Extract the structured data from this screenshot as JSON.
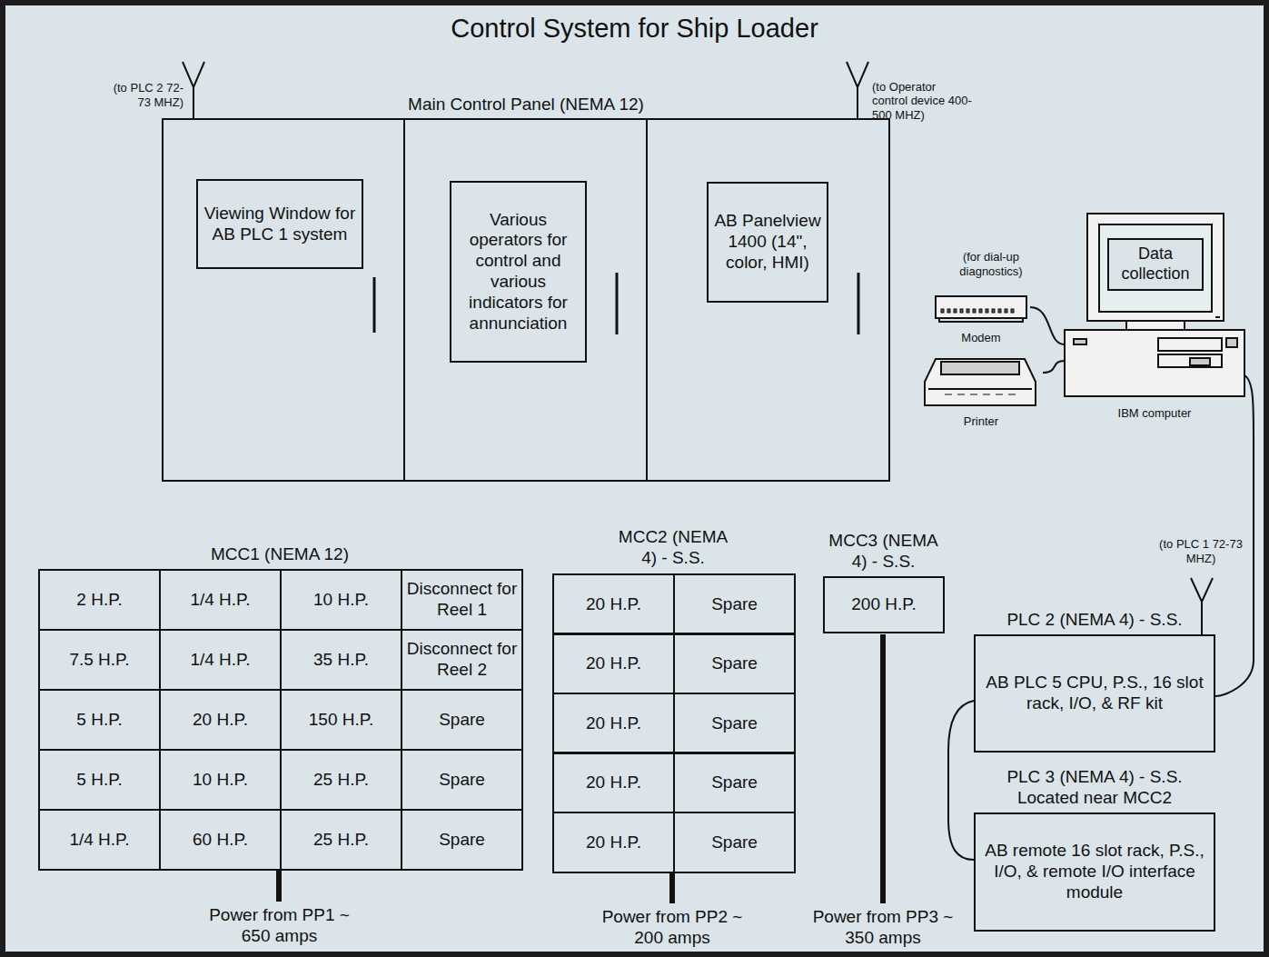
{
  "diagram": {
    "title": "Control System for Ship Loader",
    "nodes": [
      {
        "text": [
          "Main Control Panel (NEMA 12)"
        ]
      },
      {
        "text": [
          "Viewing Window for AB PLC 1 system"
        ],
        "in": 0
      },
      {
        "text": [
          "Various operators for control and various indicators for annunciation"
        ],
        "in": 0
      },
      {
        "text": [
          "AB Panelview 1400 (14\", color, HMI)"
        ],
        "in": 0
      },
      {
        "text": [
          "Data collection"
        ]
      },
      {
        "text": [
          "Modem"
        ]
      },
      {
        "text": [
          "Printer"
        ]
      },
      {
        "text": [
          "IBM computer"
        ]
      },
      {
        "text": [
          "MCC1 (NEMA 12)"
        ]
      },
      {
        "text": [
          "MCC2 (NEMA 4) - S.S."
        ]
      },
      {
        "text": [
          "MCC3 (NEMA 4) - S.S.",
          "200 H.P."
        ]
      },
      {
        "text": [
          "PLC 2 (NEMA 4) - S.S.",
          "AB PLC 5 CPU, P.S., 16 slot rack, I/O, & RF kit"
        ]
      },
      {
        "text": [
          "PLC 3 (NEMA 4) - S.S. Located near MCC2",
          "AB remote 16 slot rack, P.S., I/O, & remote I/O interface module"
        ]
      }
    ],
    "edges": [
      {
        "from": 5,
        "to": 7,
        "arrow": "none"
      },
      {
        "from": 6,
        "to": 7,
        "arrow": "none"
      },
      {
        "from": 7,
        "to": 11,
        "arrow": "none"
      },
      {
        "from": 11,
        "to": 12,
        "arrow": "none"
      }
    ],
    "labels": [
      "(to PLC 2 72-73 MHZ)",
      "(to Operator control device 400-500 MHZ)",
      "(for dial-up diagnostics)",
      "2 H.P.",
      "1/4 H.P.",
      "10 H.P.",
      "Disconnect for Reel 1",
      "7.5 H.P.",
      "1/4 H.P.",
      "35 H.P.",
      "Disconnect for Reel 2",
      "5 H.P.",
      "20 H.P.",
      "150 H.P.",
      "Spare",
      "5 H.P.",
      "10 H.P.",
      "25 H.P.",
      "Spare",
      "1/4 H.P.",
      "60 H.P.",
      "25 H.P.",
      "Spare",
      "20 H.P.",
      "Spare",
      "20 H.P.",
      "Spare",
      "20 H.P.",
      "Spare",
      "20 H.P.",
      "Spare",
      "20 H.P.",
      "Spare",
      "(to PLC 1 72-73 MHZ)",
      "Power from PP1 ~ 650 amps",
      "Power from PP2 ~ 200 amps",
      "Power from PP3 ~ 350 amps"
    ]
  }
}
